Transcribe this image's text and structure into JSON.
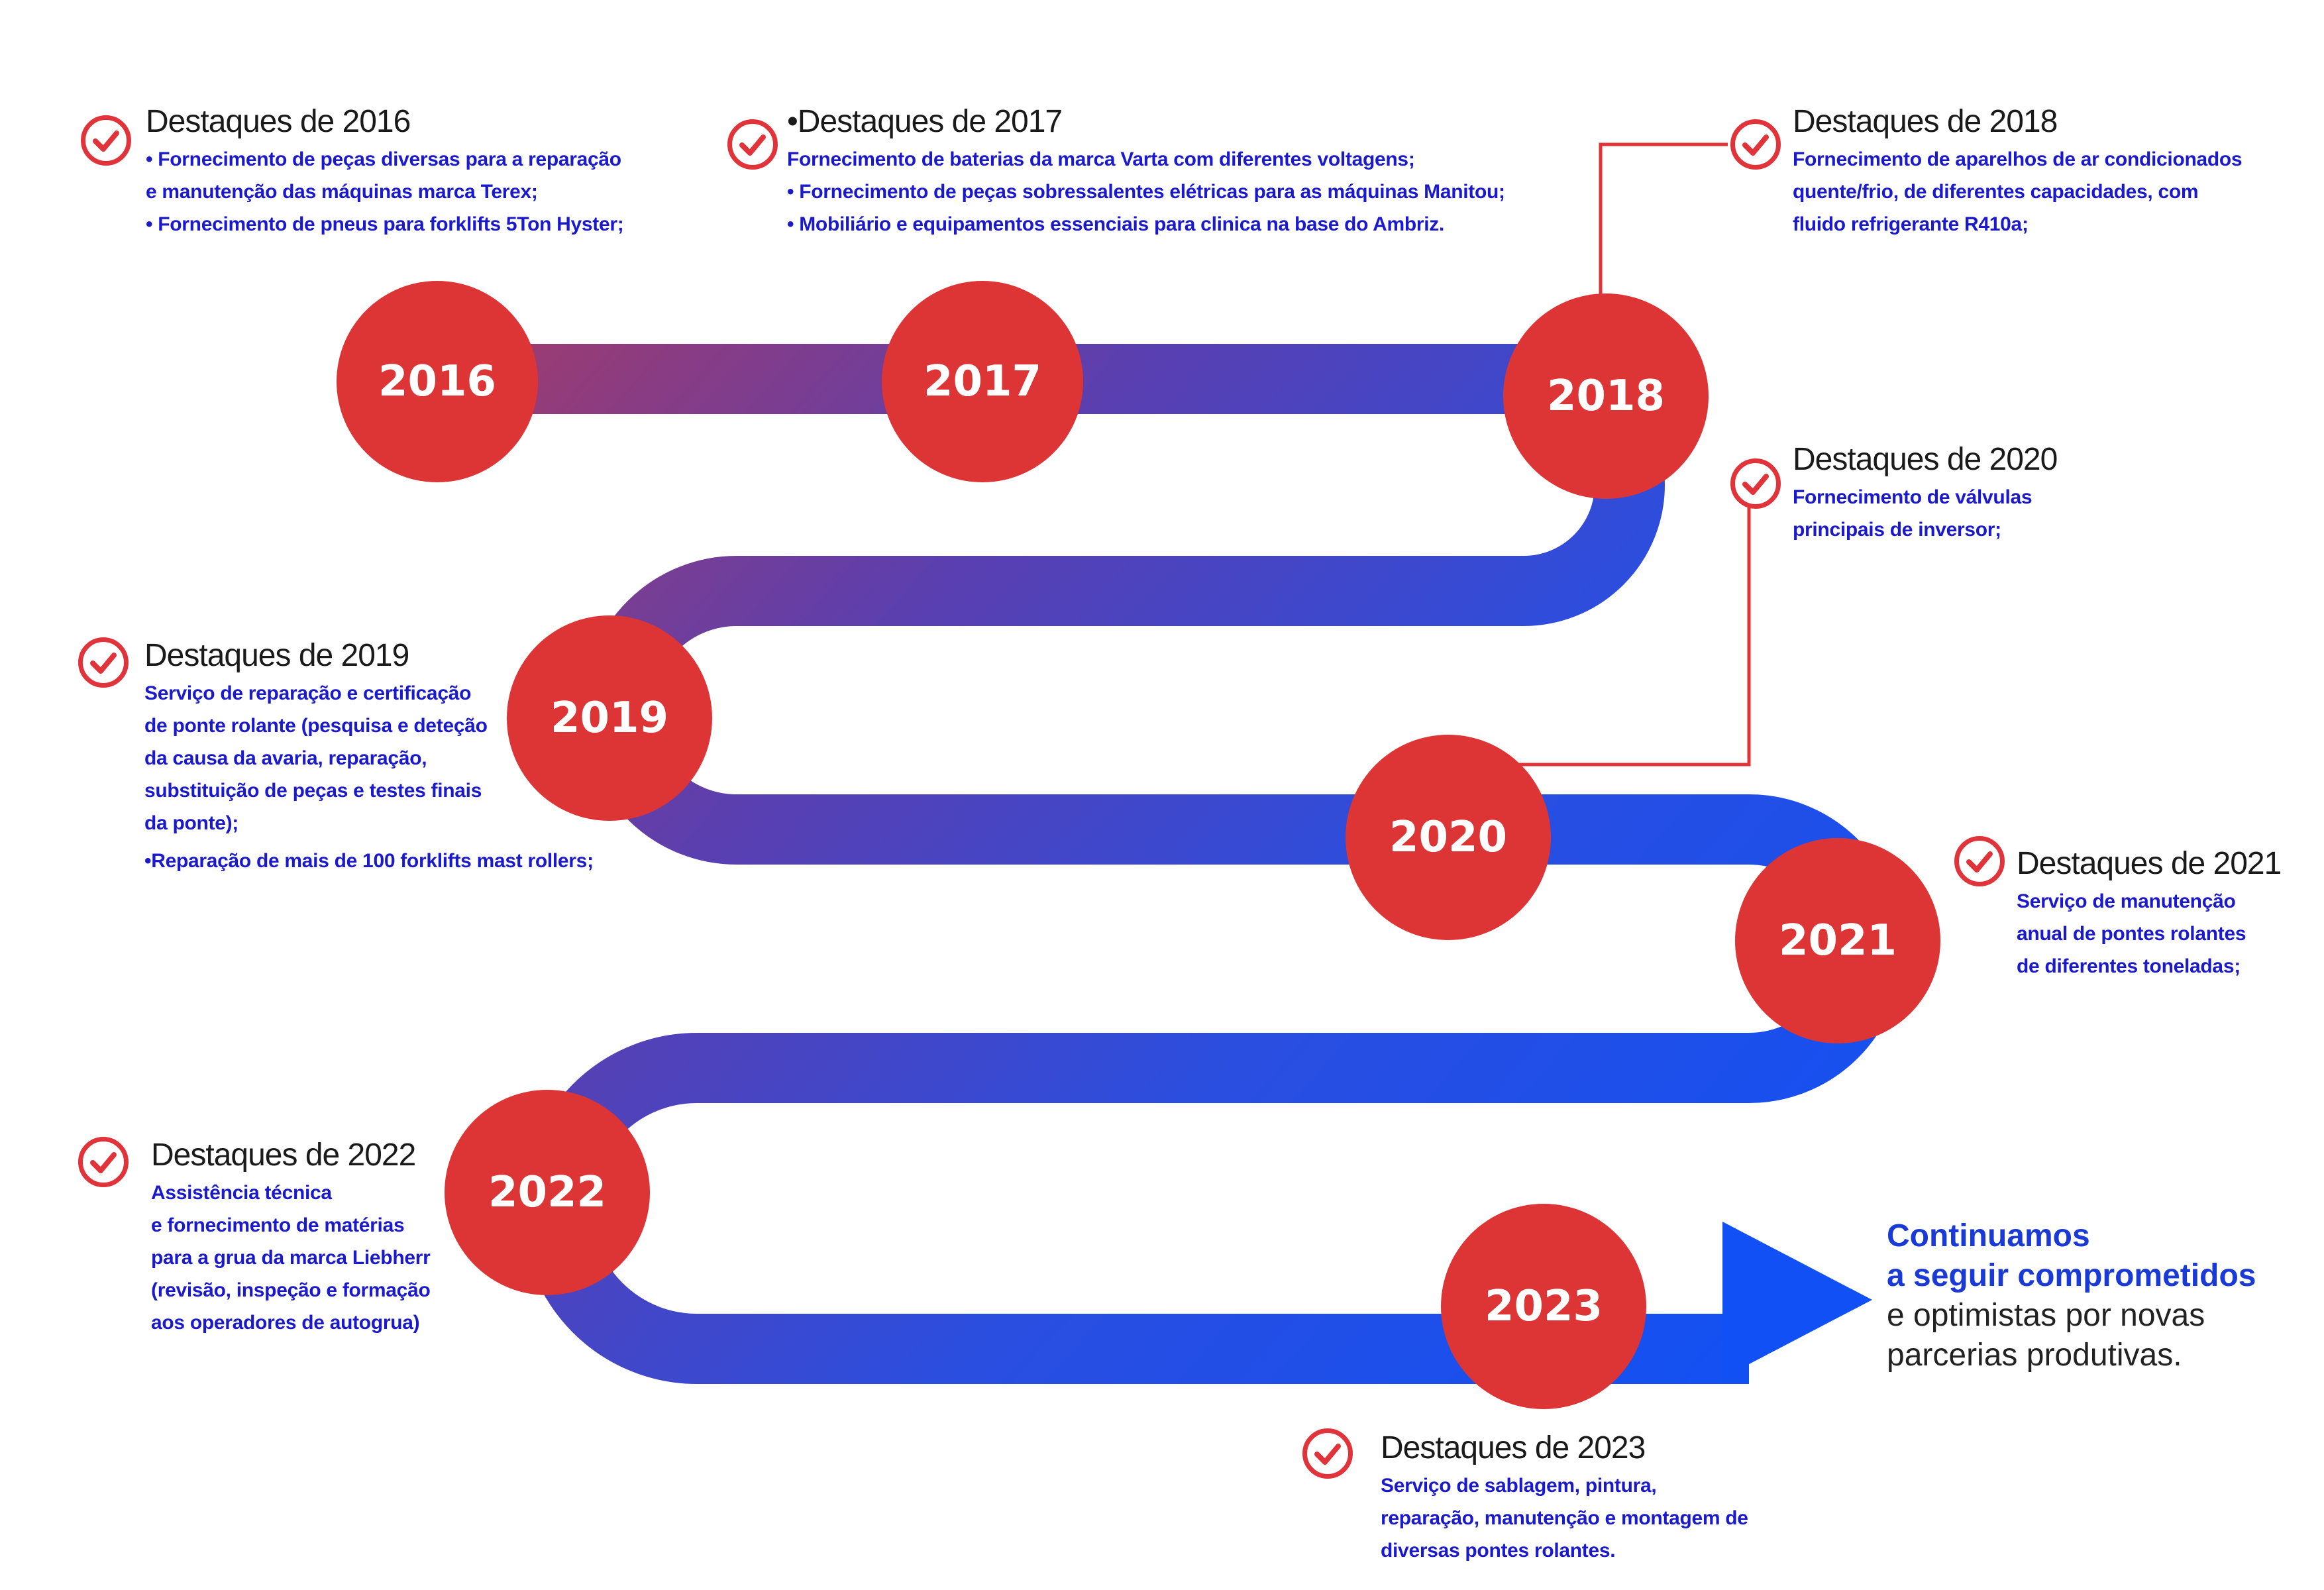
{
  "colors": {
    "accent_red": "#dd3535",
    "path_start": "#b03a5e",
    "path_end": "#1150f4",
    "connector": "#e0343a",
    "item_text": "#1a1acc",
    "heading_text": "#1a1a1a",
    "closing_bold": "#1a3ad8"
  },
  "years": [
    {
      "label": "2016"
    },
    {
      "label": "2017"
    },
    {
      "label": "2018"
    },
    {
      "label": "2019"
    },
    {
      "label": "2020"
    },
    {
      "label": "2021"
    },
    {
      "label": "2022"
    },
    {
      "label": "2023"
    }
  ],
  "highlights": {
    "y2016": {
      "heading": "Destaques de 2016",
      "items": [
        "• Fornecimento de peças diversas para a reparação",
        "e manutenção das máquinas marca Terex;",
        "• Fornecimento de pneus  para forklifts 5Ton Hyster;"
      ]
    },
    "y2017": {
      "heading": "•Destaques de 2017",
      "items": [
        "Fornecimento de baterias da marca Varta com diferentes voltagens;",
        "• Fornecimento de peças sobressalentes elétricas para as máquinas Manitou;",
        "• Mobiliário e equipamentos essenciais para clinica na base do Ambriz."
      ]
    },
    "y2018": {
      "heading": "Destaques de 2018",
      "items": [
        "Fornecimento de aparelhos de ar condicionados",
        "quente/frio, de diferentes capacidades, com",
        "fluido refrigerante R410a;"
      ]
    },
    "y2019": {
      "heading": "Destaques de 2019",
      "items": [
        "Serviço de reparação e certificação",
        "de ponte rolante (pesquisa e deteção",
        "da causa da avaria, reparação,",
        "substituição de peças e testes finais",
        "da ponte);",
        "•Reparação de mais de 100 forklifts mast rollers;"
      ]
    },
    "y2020": {
      "heading": "Destaques de 2020",
      "items": [
        "Fornecimento de válvulas",
        "principais de inversor;"
      ]
    },
    "y2021": {
      "heading": "Destaques de 2021",
      "items": [
        "Serviço de manutenção",
        "anual de pontes rolantes",
        "de diferentes toneladas;"
      ]
    },
    "y2022": {
      "heading": "Destaques de 2022",
      "items": [
        "Assistência técnica",
        "e fornecimento de matérias",
        "para a grua da marca Liebherr",
        "(revisão, inspeção e formação",
        "aos operadores de autogrua)"
      ]
    },
    "y2023": {
      "heading": "Destaques de 2023",
      "items": [
        "Serviço de sablagem, pintura,",
        "reparação, manutenção e montagem de",
        "diversas pontes rolantes."
      ]
    }
  },
  "closing": {
    "line1": "Continuamos",
    "line2": "a seguir comprometidos",
    "line3": "e optimistas por novas",
    "line4": "parcerias produtivas."
  },
  "icons": {
    "highlight_marker": "check-circle-icon",
    "end_marker": "arrow-right-icon"
  }
}
